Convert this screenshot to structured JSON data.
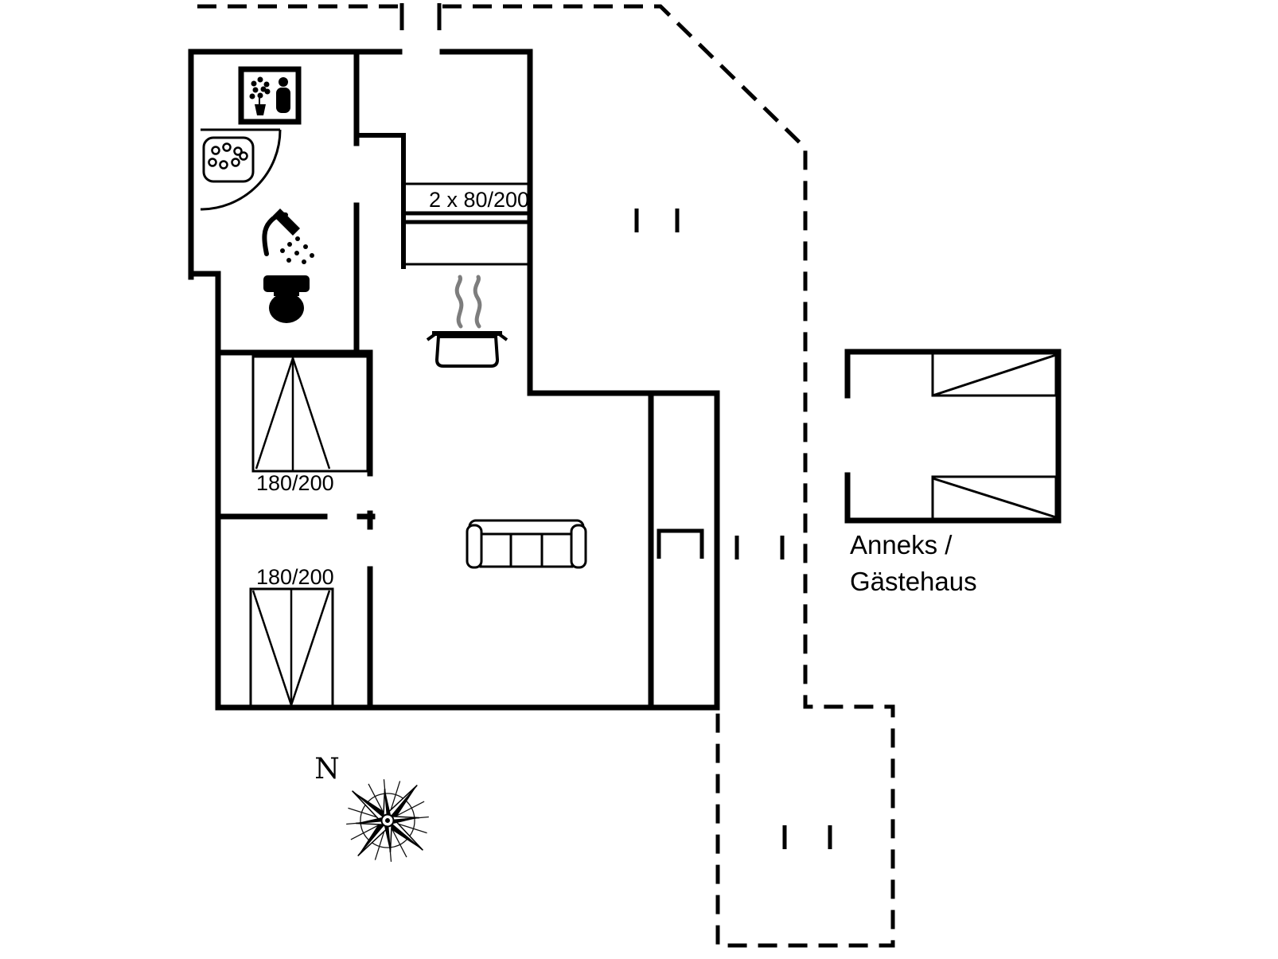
{
  "page": {
    "background": "#ffffff"
  },
  "floorplan": {
    "colors": {
      "wall": "#000000",
      "steam": "#7d7d7d",
      "background": "#ffffff"
    },
    "labels": {
      "bunk_bed": "2 x 80/200",
      "double_bed_1": "180/200",
      "double_bed_2": "180/200",
      "annex_line1": "Anneks /",
      "annex_line2": "Gästehaus",
      "compass_north": "N"
    },
    "icons": {
      "washing_machine": "washing-machine-icon",
      "washbasin": "washbasin-icon",
      "shower": "shower-icon",
      "toilet": "toilet-icon",
      "cooking_pot": "cooking-pot-icon",
      "sofa": "sofa-icon",
      "bunk_bed": "bunk-bed-icon",
      "double_bed": "double-bed-icon",
      "annex_bed": "single-bed-icon",
      "compass_rose": "compass-rose-icon"
    }
  }
}
